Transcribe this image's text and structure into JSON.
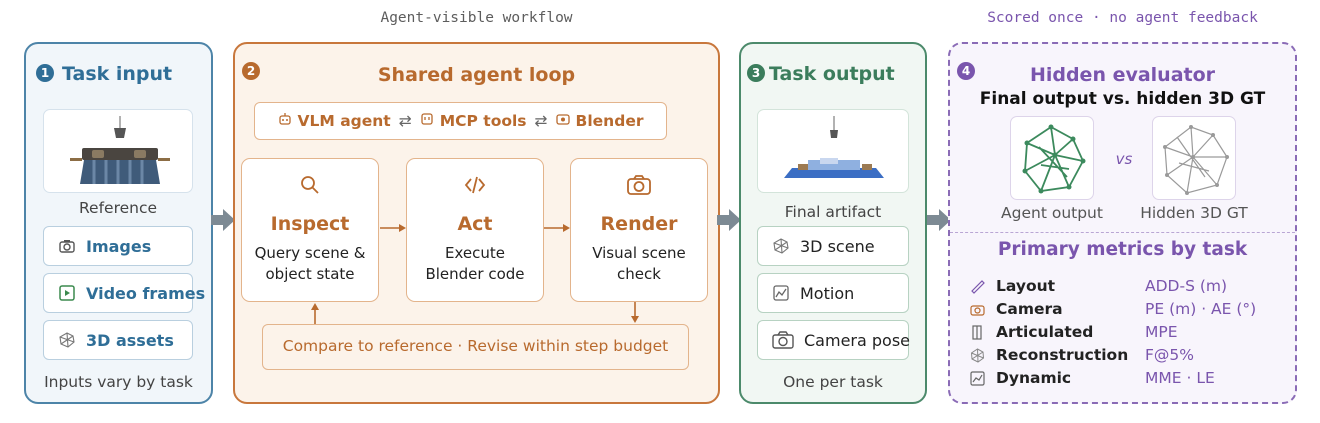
{
  "captions": {
    "workflow": "Agent-visible workflow",
    "scored": "Scored once · no agent feedback"
  },
  "task_input": {
    "number": "1",
    "title": "Task input",
    "reference_label": "Reference",
    "items": [
      {
        "label": "Images",
        "icon": "camera-icon"
      },
      {
        "label": "Video frames",
        "icon": "video-icon"
      },
      {
        "label": "3D assets",
        "icon": "mesh-icon"
      }
    ],
    "footer": "Inputs vary by task"
  },
  "agent_loop": {
    "number": "2",
    "title": "Shared agent loop",
    "chain": {
      "agent": "VLM agent",
      "tools": "MCP tools",
      "app": "Blender"
    },
    "steps": [
      {
        "title": "Inspect",
        "desc1": "Query scene &",
        "desc2": "object state",
        "icon": "search-icon"
      },
      {
        "title": "Act",
        "desc1": "Execute",
        "desc2": "Blender code",
        "icon": "code-icon"
      },
      {
        "title": "Render",
        "desc1": "Visual scene",
        "desc2": "check",
        "icon": "camera-icon"
      }
    ],
    "feedback": "Compare to reference · Revise within step budget"
  },
  "task_output": {
    "number": "3",
    "title": "Task output",
    "artifact_label": "Final artifact",
    "items": [
      {
        "label": "3D scene",
        "icon": "mesh-icon"
      },
      {
        "label": "Motion",
        "icon": "chart-icon"
      },
      {
        "label": "Camera pose",
        "icon": "camera-icon"
      }
    ],
    "footer": "One per task"
  },
  "evaluator": {
    "number": "4",
    "title": "Hidden evaluator",
    "subtitle": "Final output vs. hidden 3D GT",
    "agent_label": "Agent output",
    "vs": "vs",
    "gt_label": "Hidden 3D GT",
    "metrics_title": "Primary metrics by task",
    "metrics": [
      {
        "task": "Layout",
        "metric": "ADD-S (m)",
        "icon": "ruler-icon"
      },
      {
        "task": "Camera",
        "metric": "PE (m) · AE (°)",
        "icon": "camera-icon"
      },
      {
        "task": "Articulated",
        "metric": "MPE",
        "icon": "hinge-icon"
      },
      {
        "task": "Reconstruction",
        "metric": "F@5%",
        "icon": "mesh-icon"
      },
      {
        "task": "Dynamic",
        "metric": "MME · LE",
        "icon": "chart-icon"
      }
    ]
  },
  "colors": {
    "blue": "#2f6e97",
    "orange": "#b86a2e",
    "green": "#3b7d5c",
    "purple": "#7a55ad"
  }
}
